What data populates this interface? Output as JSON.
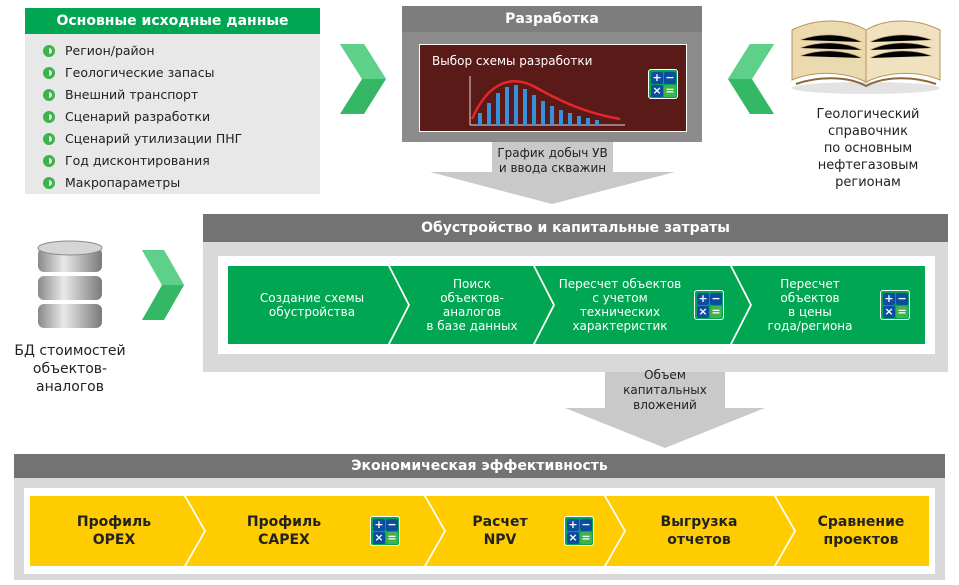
{
  "input_panel": {
    "title": "Основные исходные данные",
    "items": [
      "Регион/район",
      "Геологические запасы",
      "Внешний транспорт",
      "Сценарий разработки",
      "Сценарий утилизации ПНГ",
      "Год дисконтирования",
      "Макропараметры"
    ]
  },
  "development": {
    "title": "Разработка",
    "chart_title": "Выбор схемы разработки",
    "output_label_line1": "График добыч УВ",
    "output_label_line2": "и ввода скважин"
  },
  "geology_book": {
    "label_lines": [
      "Геологический",
      "справочник",
      "по основным",
      "нефтегазовым",
      "регионам"
    ]
  },
  "database": {
    "label_line1": "БД стоимостей",
    "label_line2": "объектов-аналогов"
  },
  "capital": {
    "title": "Обустройство и капитальные затраты",
    "steps": [
      {
        "lines": [
          "Создание схемы",
          "обустройства"
        ]
      },
      {
        "lines": [
          "Поиск",
          "объектов-",
          "аналогов",
          "в базе данных"
        ]
      },
      {
        "lines": [
          "Пересчет объектов",
          "с учетом",
          "технических",
          "характеристик"
        ]
      },
      {
        "lines": [
          "Пересчет",
          "объектов",
          "в цены",
          "года/региона"
        ]
      }
    ],
    "output_lines": [
      "Объем",
      "капитальных",
      "вложений"
    ]
  },
  "economics": {
    "title": "Экономическая эффективность",
    "steps": [
      {
        "lines": [
          "Профиль",
          "OPEX"
        ]
      },
      {
        "lines": [
          "Профиль",
          "CAPEX"
        ]
      },
      {
        "lines": [
          "Расчет",
          "NPV"
        ]
      },
      {
        "lines": [
          "Выгрузка",
          "отчетов"
        ]
      },
      {
        "lines": [
          "Сравнение",
          "проектов"
        ]
      }
    ]
  },
  "calculator": {
    "plus": "+",
    "minus": "−",
    "times": "×",
    "equals": "="
  },
  "colors": {
    "green": "#00a651",
    "yellow": "#ffcc00",
    "gray": "#737373",
    "chart_bg": "#5a1a18"
  }
}
